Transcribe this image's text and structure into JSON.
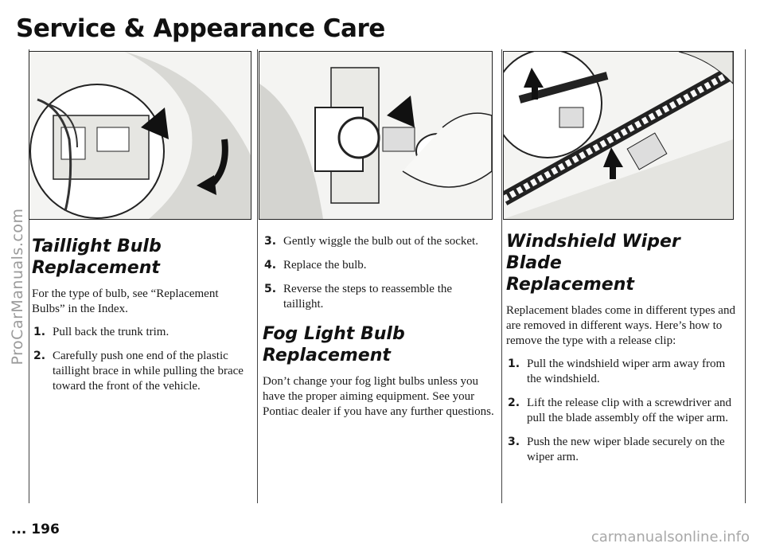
{
  "page": {
    "title": "Service & Appearance Care",
    "page_number": "... 196"
  },
  "taillight": {
    "heading_line1": "Taillight Bulb",
    "heading_line2": "Replacement",
    "intro": "For the type of bulb, see “Replacement Bulbs” in the Index.",
    "steps": [
      {
        "num": "1.",
        "text": "Pull back the trunk trim."
      },
      {
        "num": "2.",
        "text": "Carefully push one end of the plastic taillight brace in while pulling the brace toward the front of the vehicle."
      },
      {
        "num": "3.",
        "text": "Gently wiggle the bulb out of the socket."
      },
      {
        "num": "4.",
        "text": "Replace the bulb."
      },
      {
        "num": "5.",
        "text": "Reverse the steps to reassemble the taillight."
      }
    ]
  },
  "fog_light": {
    "heading_line1": "Fog Light Bulb",
    "heading_line2": "Replacement",
    "body": "Don’t change your fog light bulbs unless you have the proper aiming equipment. See your Pontiac dealer if you have any further questions."
  },
  "wiper": {
    "heading_line1": "Windshield Wiper Blade",
    "heading_line2": "Replacement",
    "intro": "Replacement blades come in different types and are removed in different ways. Here’s how to remove the type with a release clip:",
    "steps": [
      {
        "num": "1.",
        "text": "Pull the windshield wiper arm away from the windshield."
      },
      {
        "num": "2.",
        "text": "Lift the release clip with a screwdriver and pull the blade assembly off the wiper arm."
      },
      {
        "num": "3.",
        "text": "Push the new wiper blade securely on the wiper arm."
      }
    ]
  },
  "watermarks": {
    "side": "ProCarManuals.com",
    "bottom": "carmanualsonline.info"
  }
}
